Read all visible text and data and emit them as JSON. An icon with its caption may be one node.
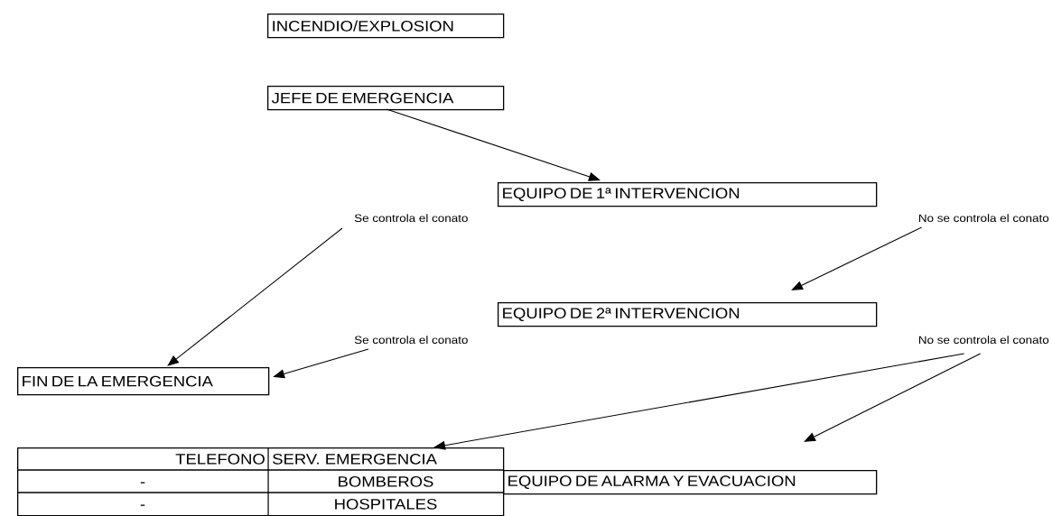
{
  "diagram": {
    "nodes": [
      {
        "text": [
          "INCENDIO/EXPLOSION"
        ]
      },
      {
        "text": [
          "JEFE DE EMERGENCIA"
        ]
      },
      {
        "text": [
          "EQUIPO DE 1ª INTERVENCION"
        ]
      },
      {
        "text": [
          "Se controla el conato"
        ]
      },
      {
        "text": [
          "No se controla el conato"
        ]
      },
      {
        "text": [
          "EQUIPO DE 2ª INTERVENCION"
        ]
      },
      {
        "text": [
          "Se controla el conato"
        ]
      },
      {
        "text": [
          "No se controla el conato"
        ]
      },
      {
        "text": [
          "FIN DE LA EMERGENCIA"
        ]
      },
      {
        "text": [
          "TELEFONO",
          "SERV. EMERGENCIA",
          "-",
          "BOMBEROS",
          "-",
          "HOSPITALES"
        ]
      },
      {
        "text": [
          "EQUIPO DE ALARMA Y EVACUACION"
        ]
      }
    ],
    "edges": [
      {
        "from": 1,
        "to": 2,
        "arrow": "to"
      },
      {
        "from": 3,
        "to": 8,
        "arrow": "to"
      },
      {
        "from": 4,
        "to": 5,
        "arrow": "to"
      },
      {
        "from": 6,
        "to": 8,
        "arrow": "to"
      },
      {
        "from": 7,
        "to": 9,
        "arrow": "to"
      },
      {
        "from": 7,
        "to": 10,
        "arrow": "to"
      }
    ]
  }
}
